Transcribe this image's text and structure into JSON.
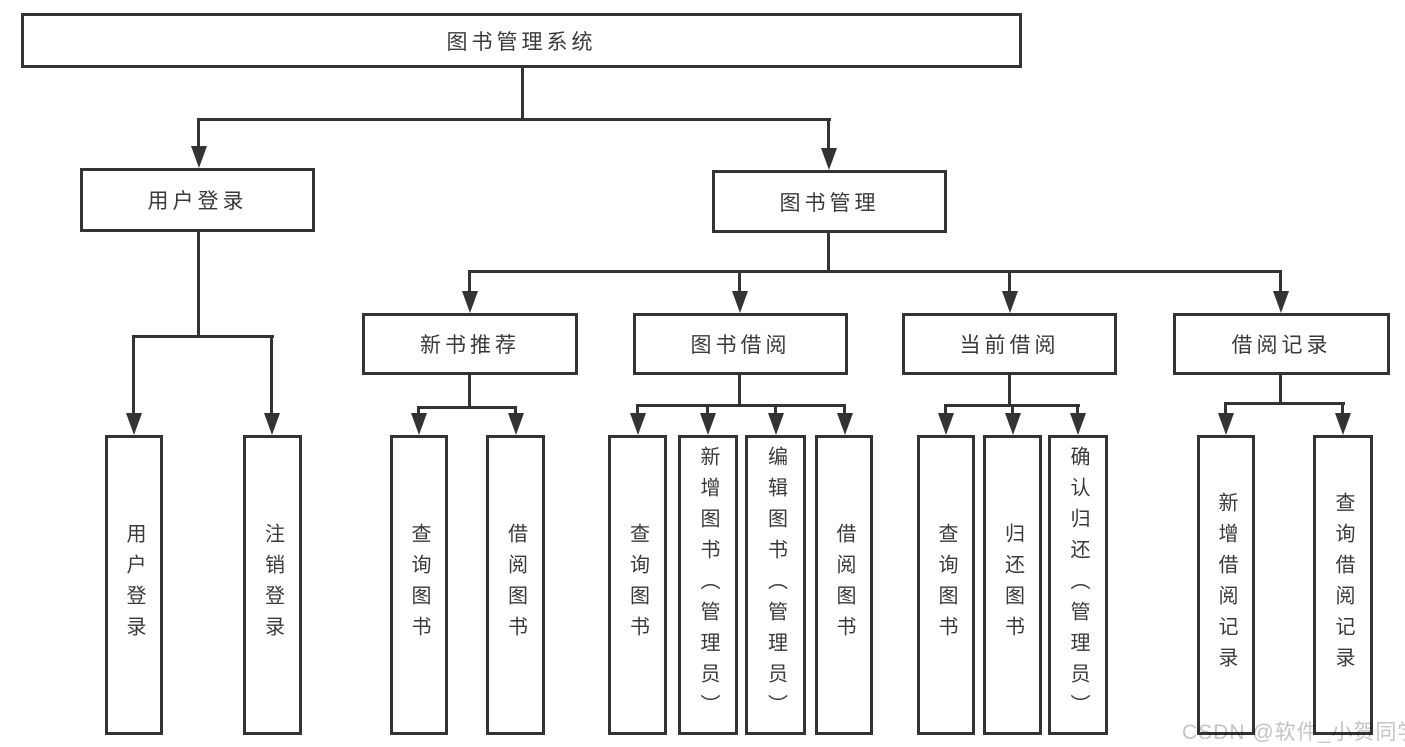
{
  "colors": {
    "line": "#333333",
    "box_fill": "#ffffff",
    "text": "#3a3a3a",
    "watermark": "#c4c4c4",
    "background": "#ffffff"
  },
  "watermark": {
    "text": "CSDN @软件_小贺同学"
  },
  "tree": {
    "root": {
      "label": "图书管理系统"
    },
    "branches": [
      {
        "label": "用户登录",
        "children": [
          {
            "label": "用户登录"
          },
          {
            "label": "注销登录"
          }
        ]
      },
      {
        "label": "图书管理",
        "children": [
          {
            "label": "新书推荐",
            "children": [
              {
                "label": "查询图书"
              },
              {
                "label": "借阅图书"
              }
            ]
          },
          {
            "label": "图书借阅",
            "children": [
              {
                "label": "查询图书"
              },
              {
                "label": "新增图书（管理员）"
              },
              {
                "label": "编辑图书（管理员）"
              },
              {
                "label": "借阅图书"
              }
            ]
          },
          {
            "label": "当前借阅",
            "children": [
              {
                "label": "查询图书"
              },
              {
                "label": "归还图书"
              },
              {
                "label": "确认归还（管理员）"
              }
            ]
          },
          {
            "label": "借阅记录",
            "children": [
              {
                "label": "新增借阅记录"
              },
              {
                "label": "查询借阅记录"
              }
            ]
          }
        ]
      }
    ]
  }
}
